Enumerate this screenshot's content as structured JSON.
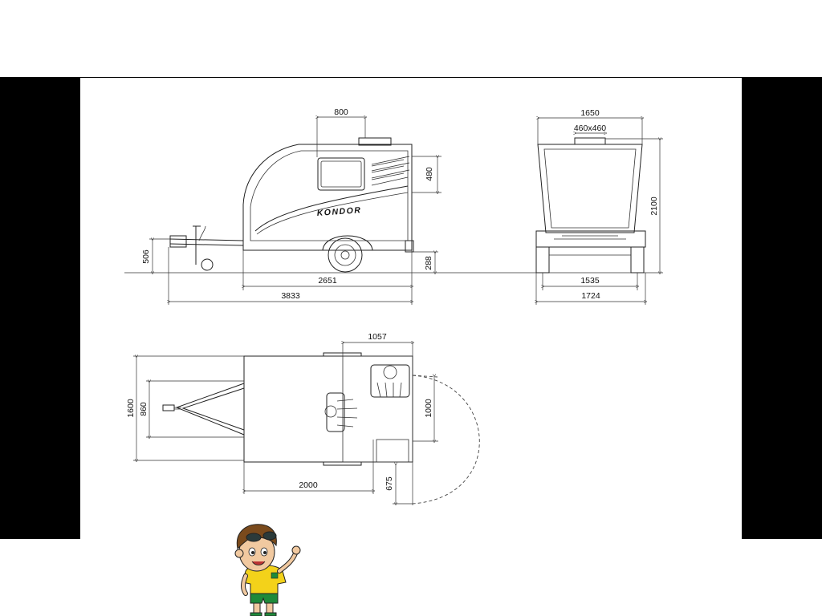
{
  "brand": "KONDOR",
  "dimensions": {
    "roof_hatch_width": "800",
    "window_height": "480",
    "hitch_height": "506",
    "body_length": "2651",
    "overall_length": "3833",
    "ground_clearance": "288",
    "overall_width": "1650",
    "roof_hatch_size": "460x460",
    "overall_height": "2100",
    "track_width": "1535",
    "wheel_width": "1724",
    "kitchen_length": "1057",
    "overall_width_top": "1600",
    "drawbar_width": "860",
    "door_width": "1000",
    "bed_length": "2000",
    "door_offset": "675"
  },
  "colors": {
    "background": "#ffffff",
    "bands": "#000000",
    "line": "#222222",
    "mascot_shirt": "#f3d21a",
    "mascot_shorts": "#1e8a3a",
    "mascot_hair": "#7a4a1c"
  },
  "icons": {
    "mascot": "boy-mascot-waving"
  }
}
